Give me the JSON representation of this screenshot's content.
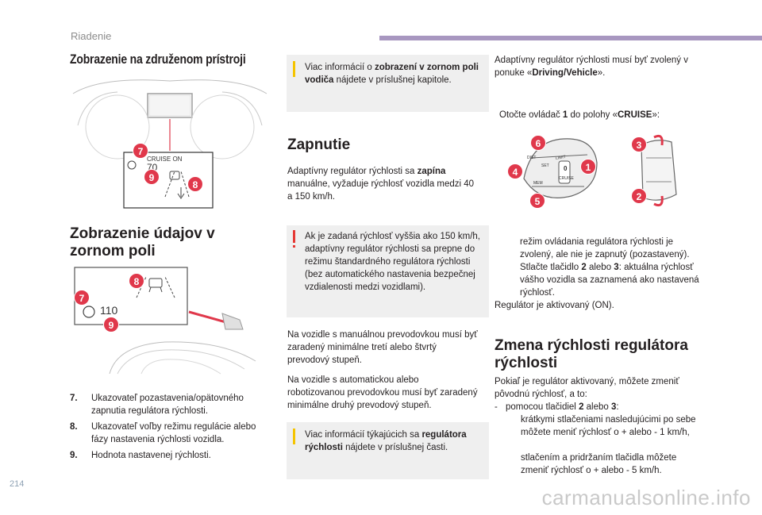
{
  "header": {
    "section": "Riadenie",
    "page_number": "214"
  },
  "col1": {
    "title": "Zobrazenie na združenom prístroji",
    "display1": {
      "status": "CRUISE ON",
      "speed": "70",
      "badges": [
        "7",
        "9",
        "8"
      ]
    },
    "subtitle": "Zobrazenie údajov v zornom poli",
    "display2": {
      "speed": "110",
      "badges": [
        "8",
        "7",
        "9"
      ]
    },
    "items": [
      {
        "num": "7.",
        "text": "Ukazovateľ pozastavenia/opätovného zapnutia regulátora rýchlosti."
      },
      {
        "num": "8.",
        "text": "Ukazovateľ voľby režimu regulácie alebo fázy nastavenia rýchlosti vozidla."
      },
      {
        "num": "9.",
        "text": "Hodnota nastavenej rýchlosti."
      }
    ]
  },
  "col2": {
    "info1": {
      "pre": "Viac informácií o ",
      "bold": "zobrazení v zornom poli vodiča",
      "post": " nájdete v príslušnej kapitole."
    },
    "title": "Zapnutie",
    "para1": {
      "pre": "Adaptívny regulátor rýchlosti sa ",
      "bold": "zapína",
      "post": " manuálne, vyžaduje rýchlosť vozidla medzi 40 a 150 km/h."
    },
    "warning": "Ak je zadaná rýchlosť vyššia ako 150 km/h, adaptívny regulátor rýchlosti sa prepne do režimu štandardného regulátora rýchlosti (bez automatického nastavenia bezpečnej vzdialenosti medzi vozidlami).",
    "para2": "Na vozidle s manuálnou prevodovkou musí byť zaradený minimálne tretí alebo štvrtý prevodový stupeň.",
    "para3": "Na vozidle s automatickou alebo robotizovanou prevodovkou musí byť zaradený minimálne druhý prevodový stupeň.",
    "info2": {
      "pre": "Viac informácií týkajúcich sa ",
      "bold": "regulátora rýchlosti",
      "post": " nájdete v príslušnej časti."
    }
  },
  "col3": {
    "intro": {
      "pre": "Adaptívny regulátor rýchlosti musí byť zvolený v ponuke «",
      "bold": "Driving/Vehicle",
      "post": "»."
    },
    "step1": {
      "bullet": "",
      "pre": "Otočte ovládač ",
      "bold1": "1",
      "mid": " do polohy «",
      "bold2": "CRUISE",
      "post": "»:"
    },
    "stalk_labels": {
      "b1": "1",
      "b4": "4",
      "b5": "5",
      "b6": "6",
      "b2": "2",
      "b3": "3",
      "t_lim": "LIMIT",
      "t_0": "0",
      "t_cruise": "CRUISE",
      "t_set": "SET",
      "t_mem": "MEM",
      "t_dist": "DIST"
    },
    "step1_cont": "režim ovládania regulátora rýchlosti je zvolený, ale nie je zapnutý (pozastavený).",
    "step2": {
      "bullet": "",
      "pre": "Stlačte tlačidlo ",
      "b1": "2",
      "mid": " alebo ",
      "b2": "3",
      "post": ": aktuálna rýchlosť vášho vozidla sa zaznamená ako nastavená rýchlosť."
    },
    "step3": "Regulátor je aktivovaný (ON).",
    "title": "Zmena rýchlosti regulátora rýchlosti",
    "para": "Pokiaľ je regulátor aktivovaný, môžete zmeniť pôvodnú rýchlosť, a to:",
    "dash": {
      "pre": "pomocou tlačidiel ",
      "b1": "2",
      "mid": " alebo ",
      "b2": "3",
      "post": ":"
    },
    "sub1": "krátkymi stlačeniami nasledujúcimi po sebe môžete meniť rýchlosť o + alebo - 1 km/h,",
    "sub2": "stlačením a pridržaním tlačidla môžete zmeniť rýchlosť o + alebo - 5 km/h."
  },
  "watermark": "carmanualsonline.info"
}
